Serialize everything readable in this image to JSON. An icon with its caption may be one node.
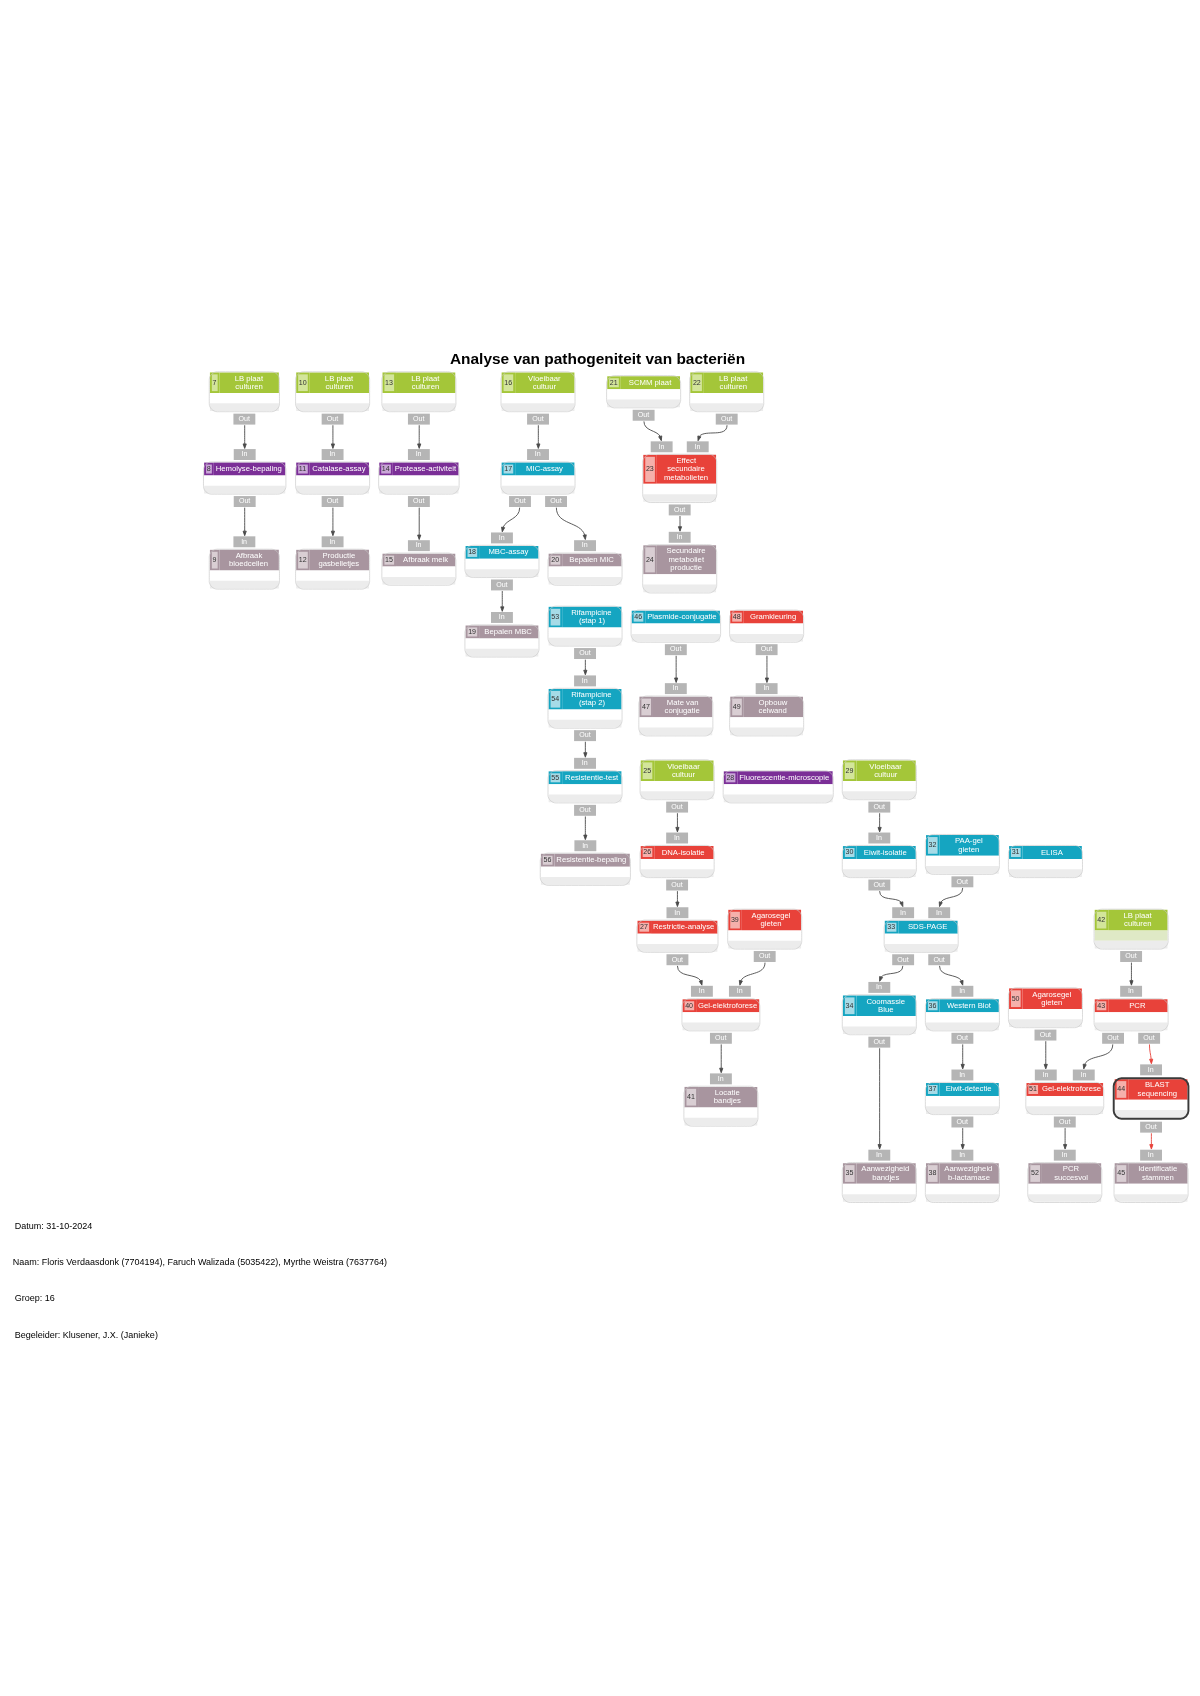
{
  "diagram": {
    "title": "Analyse van pathogeniteit van bacteriën",
    "nodes": [
      {
        "text": [
          "7",
          "LB plaat culturen"
        ],
        "beside": [
          "Out"
        ]
      },
      {
        "text": [
          "8",
          "Hemolyse-bepaling"
        ],
        "beside": [
          "In",
          "Out"
        ]
      },
      {
        "text": [
          "9",
          "Afbraak bloedcellen"
        ],
        "beside": [
          "In"
        ]
      },
      {
        "text": [
          "10",
          "LB plaat culturen"
        ],
        "beside": [
          "Out"
        ]
      },
      {
        "text": [
          "11",
          "Catalase-assay"
        ],
        "beside": [
          "In",
          "Out"
        ]
      },
      {
        "text": [
          "12",
          "Productie gasbelletjes"
        ],
        "beside": [
          "In"
        ]
      },
      {
        "text": [
          "13",
          "LB plaat culturen"
        ],
        "beside": [
          "Out"
        ]
      },
      {
        "text": [
          "14",
          "Protease-activiteit"
        ],
        "beside": [
          "In",
          "Out"
        ]
      },
      {
        "text": [
          "15",
          "Afbraak melk"
        ],
        "beside": [
          "In"
        ]
      },
      {
        "text": [
          "16",
          "Vloeibaar cultuur"
        ],
        "beside": [
          "Out"
        ]
      },
      {
        "text": [
          "17",
          "MIC-assay"
        ],
        "beside": [
          "In",
          "Out",
          "Out"
        ]
      },
      {
        "text": [
          "18",
          "MBC-assay"
        ],
        "beside": [
          "In",
          "Out"
        ]
      },
      {
        "text": [
          "19",
          "Bepalen MBC"
        ],
        "beside": [
          "In"
        ]
      },
      {
        "text": [
          "20",
          "Bepalen MIC"
        ],
        "beside": [
          "In"
        ]
      },
      {
        "text": [
          "21",
          "SCMM plaat"
        ],
        "beside": [
          "Out"
        ]
      },
      {
        "text": [
          "22",
          "LB plaat culturen"
        ],
        "beside": [
          "Out"
        ]
      },
      {
        "text": [
          "23",
          "Effect secundaire metabolieten"
        ],
        "beside": [
          "In",
          "In",
          "Out"
        ]
      },
      {
        "text": [
          "24",
          "Secundaire metaboliet productie"
        ],
        "beside": [
          "In"
        ]
      },
      {
        "text": [
          "25",
          "Vloeibaar cultuur"
        ],
        "beside": [
          "Out"
        ]
      },
      {
        "text": [
          "26",
          "DNA-isolatie"
        ],
        "beside": [
          "In",
          "Out"
        ]
      },
      {
        "text": [
          "27",
          "Restrictie-analyse"
        ],
        "beside": [
          "In",
          "Out"
        ]
      },
      {
        "text": [
          "28",
          "Fluorescentie-microscopie"
        ]
      },
      {
        "text": [
          "29",
          "Vloeibaar cultuur"
        ],
        "beside": [
          "Out"
        ]
      },
      {
        "text": [
          "30",
          "Eiwit-isolatie"
        ],
        "beside": [
          "In",
          "Out"
        ]
      },
      {
        "text": [
          "31",
          "ELISA"
        ]
      },
      {
        "text": [
          "32",
          "PAA-gel gieten"
        ],
        "beside": [
          "Out"
        ]
      },
      {
        "text": [
          "33",
          "SDS-PAGE"
        ],
        "beside": [
          "In",
          "In",
          "Out",
          "Out"
        ]
      },
      {
        "text": [
          "34",
          "Coomassie Blue"
        ],
        "beside": [
          "In",
          "Out"
        ]
      },
      {
        "text": [
          "35",
          "Aanwezigheid bandjes"
        ],
        "beside": [
          "In"
        ]
      },
      {
        "text": [
          "36",
          "Western Blot"
        ],
        "beside": [
          "In",
          "Out"
        ]
      },
      {
        "text": [
          "37",
          "Eiwit-detectie"
        ],
        "beside": [
          "In",
          "Out"
        ]
      },
      {
        "text": [
          "38",
          "Aanwezigheid b-lactamase"
        ],
        "beside": [
          "In"
        ]
      },
      {
        "text": [
          "39",
          "Agarosegel gieten"
        ],
        "beside": [
          "Out"
        ]
      },
      {
        "text": [
          "40",
          "Gel-elektroforese"
        ],
        "beside": [
          "In",
          "In",
          "Out"
        ]
      },
      {
        "text": [
          "41",
          "Locatie bandjes"
        ],
        "beside": [
          "In"
        ]
      },
      {
        "text": [
          "42",
          "LB plaat culturen"
        ],
        "beside": [
          "Out"
        ]
      },
      {
        "text": [
          "43",
          "PCR"
        ],
        "beside": [
          "In",
          "Out",
          "Out"
        ]
      },
      {
        "text": [
          "44",
          "BLAST sequencing"
        ],
        "beside": [
          "In",
          "Out"
        ]
      },
      {
        "text": [
          "45",
          "Identificatie stammen"
        ],
        "beside": [
          "In"
        ]
      },
      {
        "text": [
          "46",
          "Plasmide-conjugatie"
        ],
        "beside": [
          "Out"
        ]
      },
      {
        "text": [
          "47",
          "Mate van conjugatie"
        ],
        "beside": [
          "In"
        ]
      },
      {
        "text": [
          "48",
          "Gramkleuring"
        ],
        "beside": [
          "Out"
        ]
      },
      {
        "text": [
          "49",
          "Opbouw celwand"
        ],
        "beside": [
          "In"
        ]
      },
      {
        "text": [
          "50",
          "Agarosegel gieten"
        ],
        "beside": [
          "Out"
        ]
      },
      {
        "text": [
          "51",
          "Gel-elektroforese"
        ],
        "beside": [
          "In",
          "In",
          "Out"
        ]
      },
      {
        "text": [
          "52",
          "PCR succesvol"
        ],
        "beside": [
          "In"
        ]
      },
      {
        "text": [
          "53",
          "Rifampicine (stap 1)"
        ],
        "beside": [
          "Out"
        ]
      },
      {
        "text": [
          "54",
          "Rifampicine (stap 2)"
        ],
        "beside": [
          "In",
          "Out"
        ]
      },
      {
        "text": [
          "55",
          "Resistentie-test"
        ],
        "beside": [
          "In",
          "Out"
        ]
      },
      {
        "text": [
          "56",
          "Resistentie-bepaling"
        ],
        "beside": [
          "In"
        ]
      }
    ],
    "edges": [
      {
        "from": 0,
        "to": 1,
        "arrow": "to"
      },
      {
        "from": 1,
        "to": 2,
        "arrow": "to"
      },
      {
        "from": 3,
        "to": 4,
        "arrow": "to"
      },
      {
        "from": 4,
        "to": 5,
        "arrow": "to"
      },
      {
        "from": 6,
        "to": 7,
        "arrow": "to"
      },
      {
        "from": 7,
        "to": 8,
        "arrow": "to"
      },
      {
        "from": 9,
        "to": 10,
        "arrow": "to"
      },
      {
        "from": 10,
        "to": 11,
        "arrow": "to"
      },
      {
        "from": 10,
        "to": 13,
        "arrow": "to"
      },
      {
        "from": 11,
        "to": 12,
        "arrow": "to"
      },
      {
        "from": 14,
        "to": 16,
        "arrow": "to"
      },
      {
        "from": 15,
        "to": 16,
        "arrow": "to"
      },
      {
        "from": 16,
        "to": 17,
        "arrow": "to"
      },
      {
        "from": 18,
        "to": 19,
        "arrow": "to"
      },
      {
        "from": 19,
        "to": 20,
        "arrow": "to"
      },
      {
        "from": 20,
        "to": 33,
        "arrow": "to"
      },
      {
        "from": 32,
        "to": 33,
        "arrow": "to"
      },
      {
        "from": 33,
        "to": 34,
        "arrow": "to"
      },
      {
        "from": 22,
        "to": 23,
        "arrow": "to"
      },
      {
        "from": 23,
        "to": 26,
        "arrow": "to"
      },
      {
        "from": 25,
        "to": 26,
        "arrow": "to"
      },
      {
        "from": 26,
        "to": 27,
        "arrow": "to"
      },
      {
        "from": 26,
        "to": 29,
        "arrow": "to"
      },
      {
        "from": 27,
        "to": 28,
        "arrow": "to"
      },
      {
        "from": 29,
        "to": 30,
        "arrow": "to"
      },
      {
        "from": 30,
        "to": 31,
        "arrow": "to"
      },
      {
        "from": 35,
        "to": 36,
        "arrow": "to"
      },
      {
        "from": 43,
        "to": 44,
        "arrow": "to"
      },
      {
        "from": 36,
        "to": 44,
        "arrow": "to"
      },
      {
        "from": 36,
        "to": 37,
        "arrow": "to",
        "color": "#e8423a"
      },
      {
        "from": 37,
        "to": 38,
        "arrow": "to",
        "color": "#e8423a"
      },
      {
        "from": 44,
        "to": 45,
        "arrow": "to"
      },
      {
        "from": 39,
        "to": 40,
        "arrow": "to"
      },
      {
        "from": 41,
        "to": 42,
        "arrow": "to"
      },
      {
        "from": 46,
        "to": 47,
        "arrow": "to"
      },
      {
        "from": 47,
        "to": 48,
        "arrow": "to"
      },
      {
        "from": 48,
        "to": 49,
        "arrow": "to"
      }
    ],
    "labels": [
      "Datum: 31-10-2024",
      "Naam: Floris Verdaasdonk (7704194), Faruch Walizada (5035422), Myrthe Weistra (7637764)",
      "Groep: 16",
      "Begeleider: Klusener, J.X. (Janieke)"
    ]
  }
}
